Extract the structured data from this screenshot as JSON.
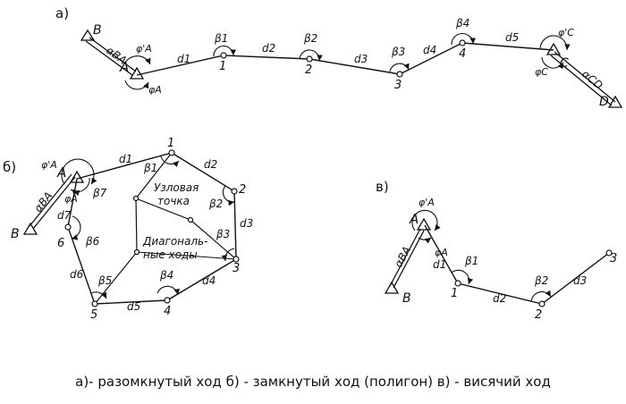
{
  "panels": {
    "a": {
      "label": "а)",
      "points": [
        "B",
        "A",
        "1",
        "2",
        "3",
        "4",
        "C",
        "D"
      ],
      "sides": [
        "d1",
        "d2",
        "d3",
        "d4",
        "d5"
      ],
      "angles": [
        "β1",
        "β2",
        "β3",
        "β4"
      ],
      "dir_angles": [
        "αBA",
        "αCD"
      ],
      "adjoining": [
        "φ'A",
        "φA",
        "φ'C",
        "φC"
      ]
    },
    "b": {
      "label": "б)",
      "points": [
        "A",
        "B",
        "1",
        "2",
        "3",
        "4",
        "5",
        "6"
      ],
      "sides": [
        "d1",
        "d2",
        "d3",
        "d4",
        "d5",
        "d6",
        "d7"
      ],
      "angles": [
        "β1",
        "β2",
        "β3",
        "β4",
        "β5",
        "β6",
        "β7"
      ],
      "dir_angles": [
        "αBA"
      ],
      "adjoining": [
        "φ'A",
        "φA"
      ],
      "node_label": "Узловая точка",
      "node_label_lines": [
        "Узловая",
        "точка"
      ],
      "diagonal_label": "Диагональные ходы",
      "diagonal_label_lines": [
        "Диагональ-",
        "ные ходы"
      ]
    },
    "c": {
      "label": "в)",
      "points": [
        "A",
        "B",
        "1",
        "2",
        "3"
      ],
      "sides": [
        "d1",
        "d2",
        "d3"
      ],
      "angles": [
        "β1",
        "β2"
      ],
      "dir_angles": [
        "αBA"
      ],
      "adjoining": [
        "φ'A",
        "φA"
      ]
    }
  },
  "caption": "а)- разомкнутый ход  б) - замкнутый ход (полигон)  в) - висячий ход"
}
